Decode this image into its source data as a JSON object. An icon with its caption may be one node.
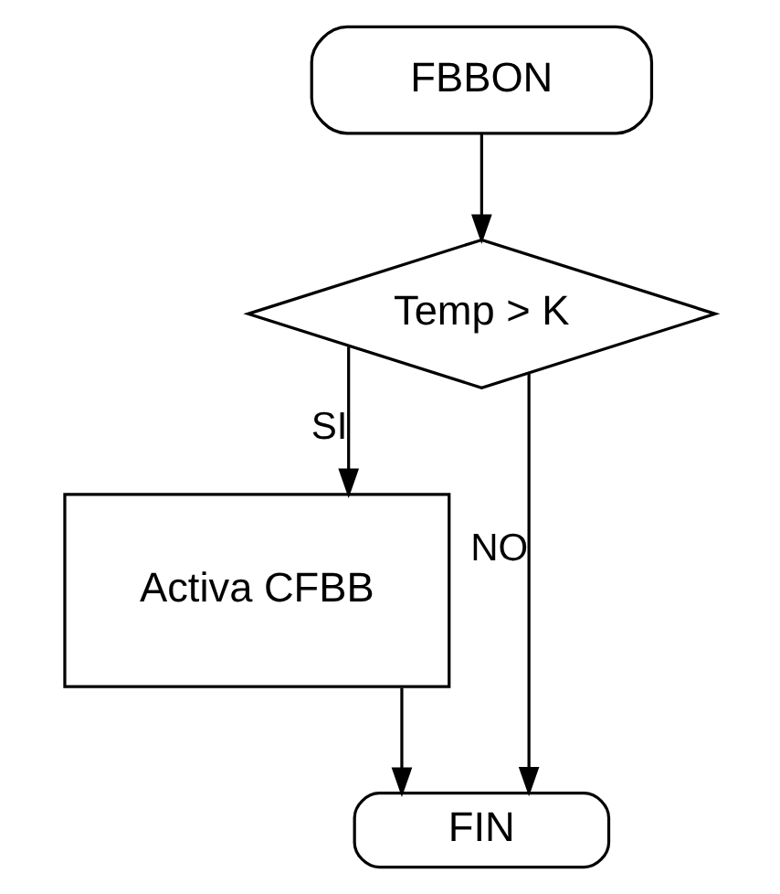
{
  "diagram": {
    "nodes": [
      {
        "text": [
          "FBBON"
        ]
      },
      {
        "text": [
          "Temp > K"
        ]
      },
      {
        "text": [
          "Activa CFBB"
        ]
      },
      {
        "text": [
          "FIN"
        ]
      }
    ],
    "edges": [
      {
        "from": 0,
        "to": 1,
        "arrow": "to"
      },
      {
        "from": 1,
        "to": 2,
        "arrow": "to",
        "label": "SI"
      },
      {
        "from": 1,
        "to": 3,
        "arrow": "to",
        "label": "NO"
      },
      {
        "from": 2,
        "to": 3,
        "arrow": "to"
      }
    ]
  }
}
